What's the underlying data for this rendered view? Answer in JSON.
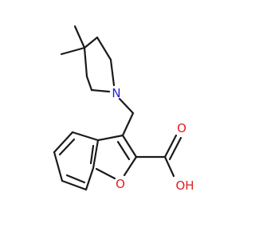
{
  "structure": {
    "atoms": {
      "nitrogen": {
        "label": "N",
        "color": "#1f1fe0"
      },
      "ring_oxygen": {
        "label": "O",
        "color": "#e01f1f"
      },
      "carbonyl_oxygen": {
        "label": "O",
        "color": "#e01f1f"
      },
      "hydroxyl": {
        "label": "OH",
        "color": "#e01f1f"
      }
    },
    "bond_color": "#1a1a1a",
    "background": "#ffffff"
  }
}
